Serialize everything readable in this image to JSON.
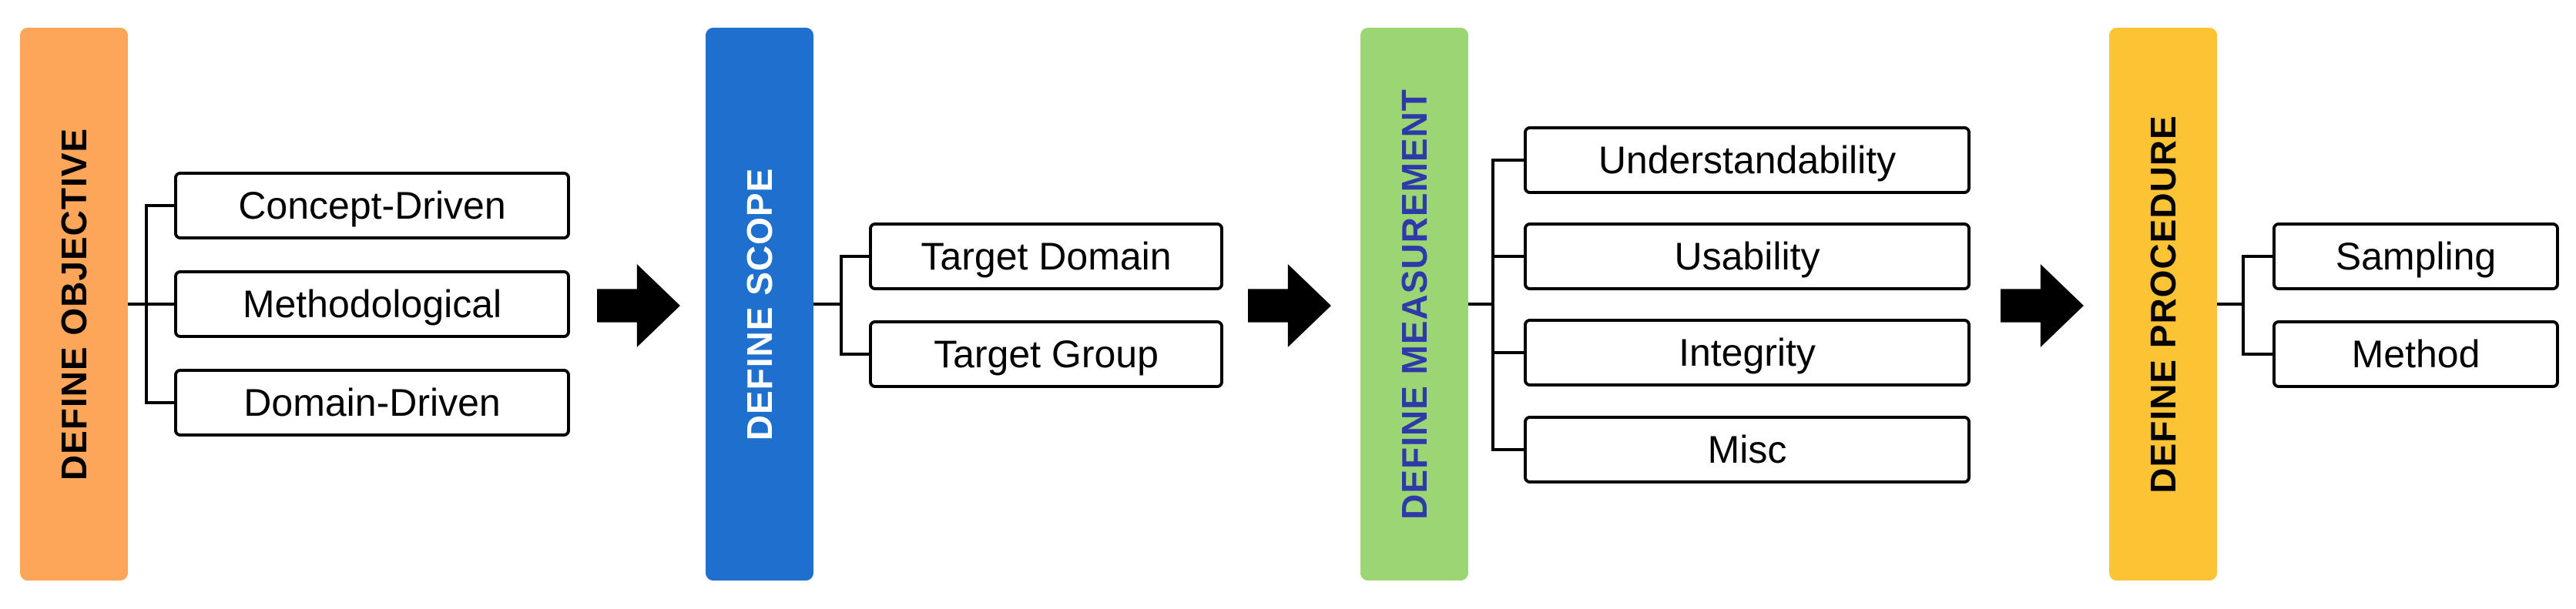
{
  "stages": [
    {
      "title": "DEFINE OBJECTIVE",
      "color": "#FDA659",
      "text_color": "#000000",
      "items": [
        "Concept-Driven",
        "Methodological",
        "Domain-Driven"
      ]
    },
    {
      "title": "DEFINE SCOPE",
      "color": "#1F6FCF",
      "text_color": "#FFFFFF",
      "items": [
        "Target Domain",
        "Target Group"
      ]
    },
    {
      "title": "DEFINE MEASUREMENT",
      "color": "#9CD573",
      "text_color": "#2D3AA8",
      "items": [
        "Understandability",
        "Usability",
        "Integrity",
        "Misc"
      ]
    },
    {
      "title": "DEFINE PROCEDURE",
      "color": "#FCC434",
      "text_color": "#000000",
      "items": [
        "Sampling",
        "Method"
      ]
    }
  ],
  "connector_icon": "right-arrow-icon",
  "connector_color": "#000000"
}
